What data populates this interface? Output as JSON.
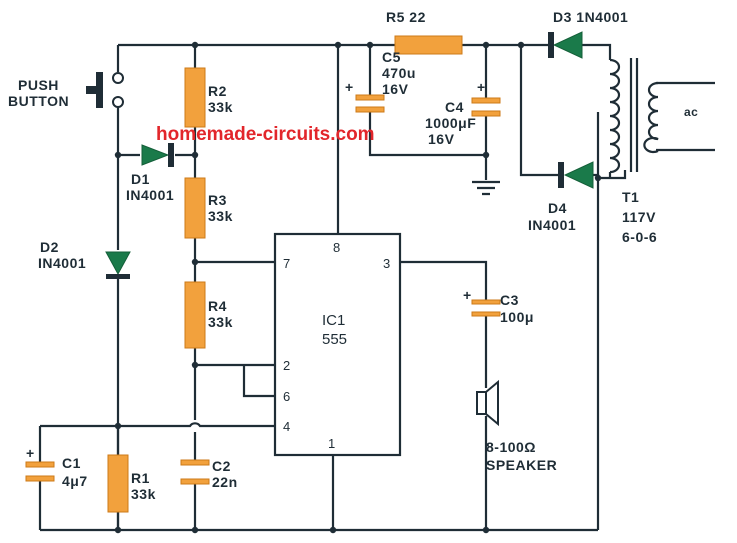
{
  "colors": {
    "wire": "#1f2d36",
    "component": "#f2a13d",
    "diode": "#1a7a4a",
    "watermark": "#e2262b"
  },
  "watermark": "homemade-circuits.com",
  "labels": {
    "push_button": [
      "PUSH",
      "BUTTON"
    ],
    "r2": [
      "R2",
      "33k"
    ],
    "r3": [
      "R3",
      "33k"
    ],
    "r4": [
      "R4",
      "33k"
    ],
    "r1": [
      "R1",
      "33k"
    ],
    "r5": "R5   22",
    "c5": [
      "C5",
      "470u",
      "16V"
    ],
    "c4": [
      "C4",
      "1000μF",
      "16V"
    ],
    "c3": [
      "C3",
      "100μ"
    ],
    "c2": [
      "C2",
      "22n"
    ],
    "c1": [
      "C1",
      "4μ7"
    ],
    "d1": [
      "D1",
      "IN4001"
    ],
    "d2": [
      "D2",
      "IN4001"
    ],
    "d3": "D3  1N4001",
    "d4": [
      "D4",
      "IN4001"
    ],
    "t1": [
      "T1",
      "117V",
      "6-0-6"
    ],
    "ac": "ac",
    "ic": [
      "IC1",
      "555"
    ],
    "speaker": [
      "8-100Ω",
      "SPEAKER"
    ],
    "plus": "+"
  },
  "ic_pins": {
    "p8": "8",
    "p7": "7",
    "p3": "3",
    "p2": "2",
    "p6": "6",
    "p4": "4",
    "p1": "1"
  }
}
